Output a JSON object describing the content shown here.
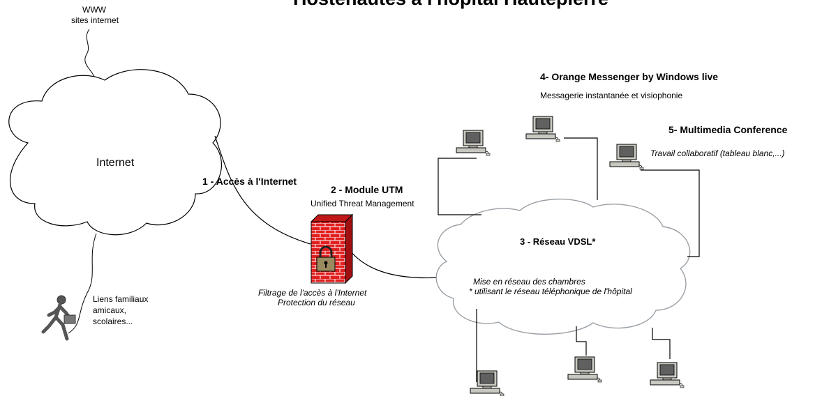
{
  "title": "Hostehautes à l'hôpital Hautepierre",
  "www": {
    "line1": "WWW",
    "line2": "sites internet"
  },
  "internet_label": "Internet",
  "acces_label": "1 - Accès à l'Internet",
  "utm": {
    "title": "2 - Module UTM",
    "subtitle": "Unified Threat Management"
  },
  "firewall_caption": {
    "line1": "Filtrage de l'accès à l'Internet",
    "line2": "Protection du réseau"
  },
  "vdsl": {
    "title": "3 - Réseau VDSL*",
    "line1": "Mise en réseau des chambres",
    "line2": "* utilisant le réseau téléphonique de l'hôpital"
  },
  "messenger": {
    "title": "4- Orange Messenger by Windows live",
    "subtitle": "Messagerie instantanée et visiophonie"
  },
  "conference": {
    "title": "5- Multimedia Conference",
    "subtitle": "Travail collaboratif (tableau blanc,...)"
  },
  "liens": {
    "line1": "Liens familiaux",
    "line2": "amicaux,",
    "line3": "scolaires..."
  },
  "icons": [
    "computer-icon",
    "firewall-icon",
    "padlock-icon",
    "walking-man-icon",
    "cloud-icon"
  ],
  "colors": {
    "firewall": "#e02020",
    "cloud_fill": "#ffffff",
    "cloud_stroke": "#000000",
    "line": "#000000"
  }
}
